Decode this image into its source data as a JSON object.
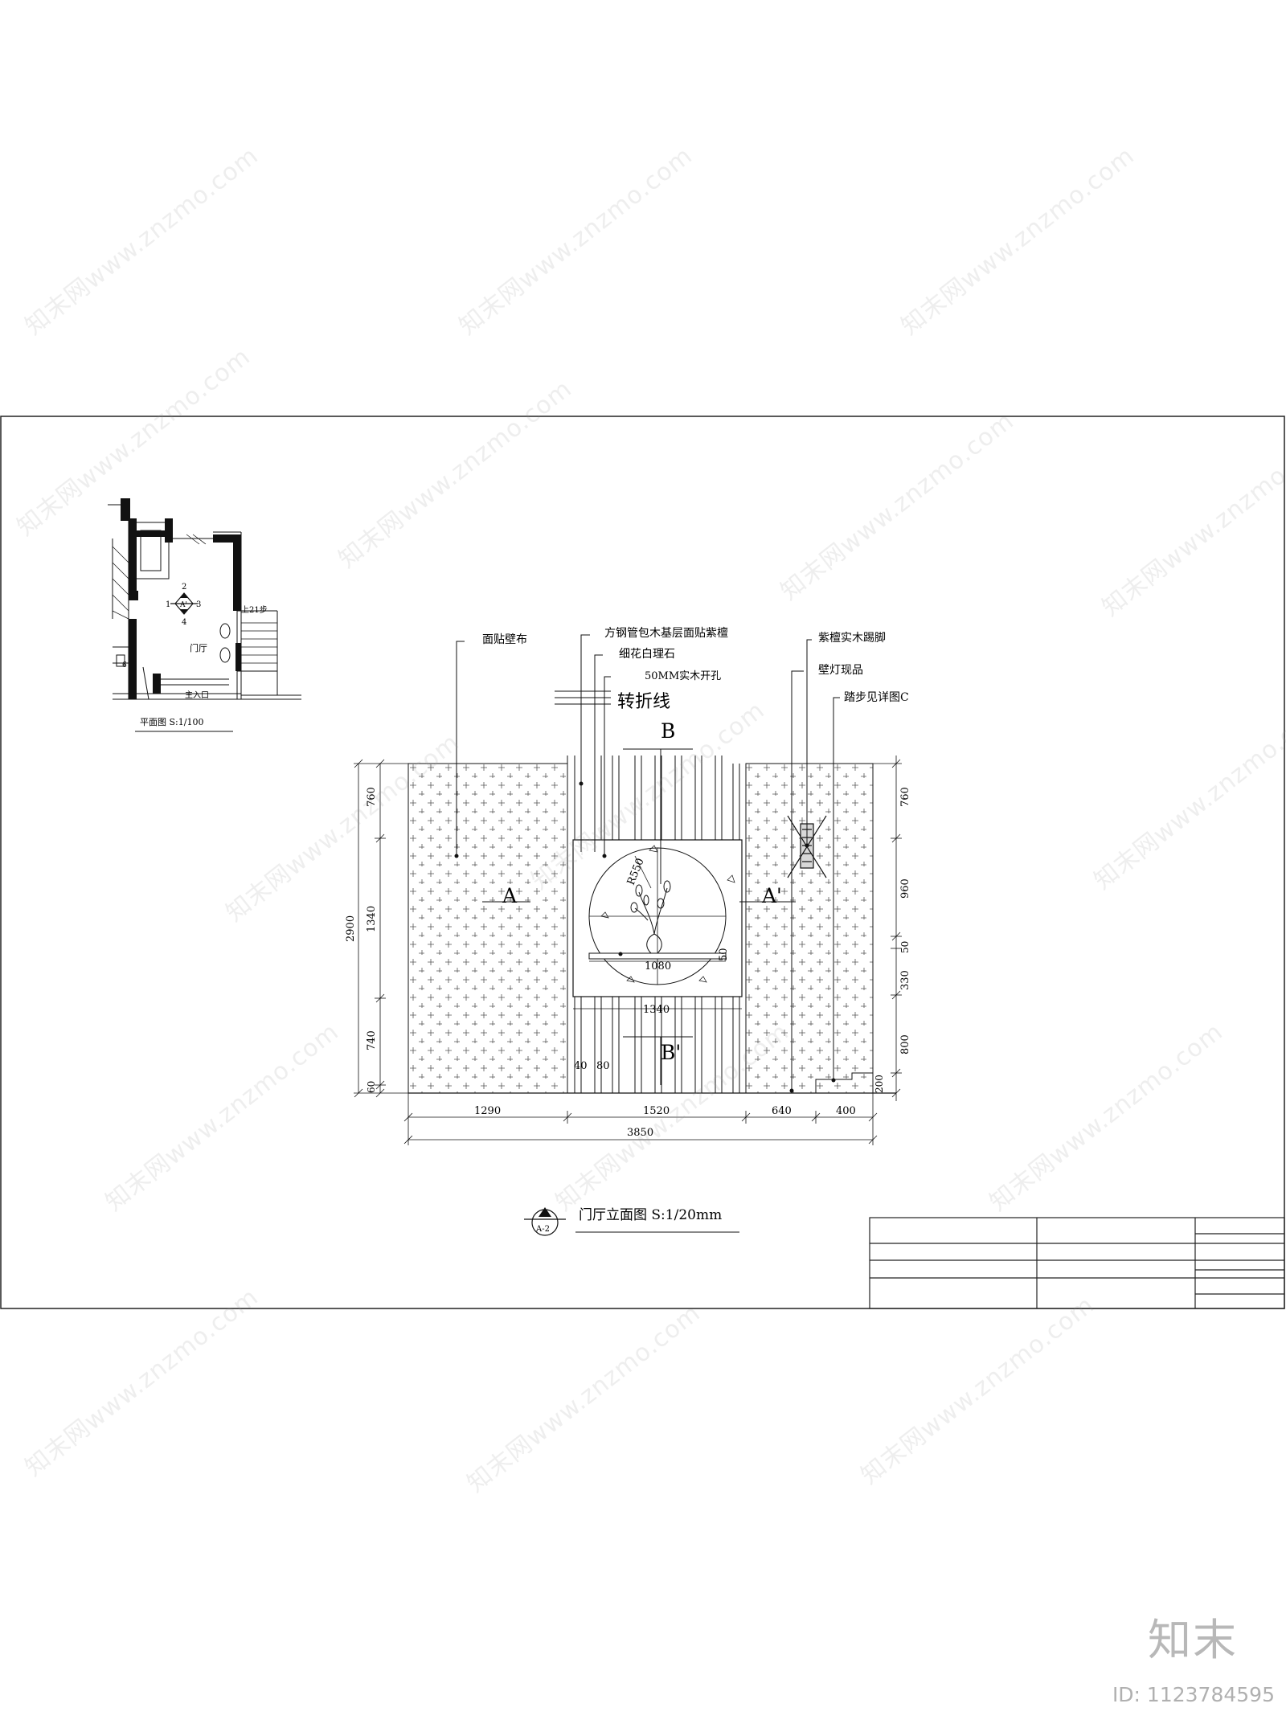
{
  "drawing": {
    "plan": {
      "caption": "平面图 S:1/100",
      "room_label": "门厅",
      "entrance_label": "主入口",
      "stair_label": "上21步",
      "section_marker": "A'",
      "marker_numbers": [
        "1",
        "2",
        "3",
        "4"
      ],
      "small_number": "6"
    },
    "elevation": {
      "title": "门厅立面图  S:1/20mm",
      "title_marker": "A-2",
      "fold_line_label": "转折线",
      "section_labels": {
        "a": "A",
        "a_prime": "A'",
        "b": "B",
        "b_prime": "B'"
      },
      "callouts": {
        "wall_fabric": "面贴壁布",
        "steel_tube": "方钢管包木基层面贴紫檀",
        "marble": "细花白理石",
        "solid_wood": "50MM实木开孔",
        "skirting": "紫檀实木踢脚",
        "wall_lamp": "壁灯现品",
        "step_detail": "踏步见详图C"
      },
      "dims": {
        "left_total": "2900",
        "left_760": "760",
        "left_1340": "1340",
        "left_740": "740",
        "left_60": "60",
        "right_760": "760",
        "right_960": "960",
        "right_330": "330",
        "right_50": "50",
        "right_800": "800",
        "right_200": "200",
        "bottom_1290": "1290",
        "bottom_1520": "1520",
        "bottom_640": "640",
        "bottom_400": "400",
        "bottom_total": "3850",
        "inner_1340": "1340",
        "inner_1080": "1080",
        "inner_40": "40",
        "inner_80": "80",
        "inner_50": "50",
        "radius": "R550"
      }
    }
  },
  "watermark": "知末网www.znzmo.com",
  "brand": "知末",
  "image_id": "ID: 1123784595"
}
